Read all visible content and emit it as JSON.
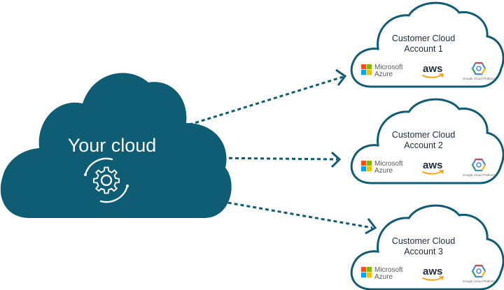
{
  "main_cloud": {
    "title": "Your cloud",
    "icon": "gear-orbit-icon"
  },
  "customer_clouds": [
    {
      "line1": "Customer Cloud",
      "line2": "Account 1",
      "providers": {
        "azure": [
          "Microsoft",
          "Azure"
        ],
        "aws": "aws",
        "gcp": "Google Cloud Platform"
      }
    },
    {
      "line1": "Customer Cloud",
      "line2": "Account 2",
      "providers": {
        "azure": [
          "Microsoft",
          "Azure"
        ],
        "aws": "aws",
        "gcp": "Google Cloud Platform"
      }
    },
    {
      "line1": "Customer Cloud",
      "line2": "Account 3",
      "providers": {
        "azure": [
          "Microsoft",
          "Azure"
        ],
        "aws": "aws",
        "gcp": "Google Cloud Platform"
      }
    }
  ],
  "colors": {
    "main_cloud": "#0f5c75",
    "connector": "#0f5c75",
    "customer_stroke": "#0f5c75",
    "customer_fill": "#ffffff",
    "text_dark": "#1f2d3a",
    "ms_red": "#f25022",
    "ms_green": "#7fba00",
    "ms_blue": "#00a4ef",
    "ms_yellow": "#ffb900",
    "aws_orange": "#ff9900",
    "gcp_blue": "#4285f4",
    "gcp_red": "#ea4335",
    "gcp_yellow": "#fbbc05",
    "gcp_green": "#34a853"
  }
}
